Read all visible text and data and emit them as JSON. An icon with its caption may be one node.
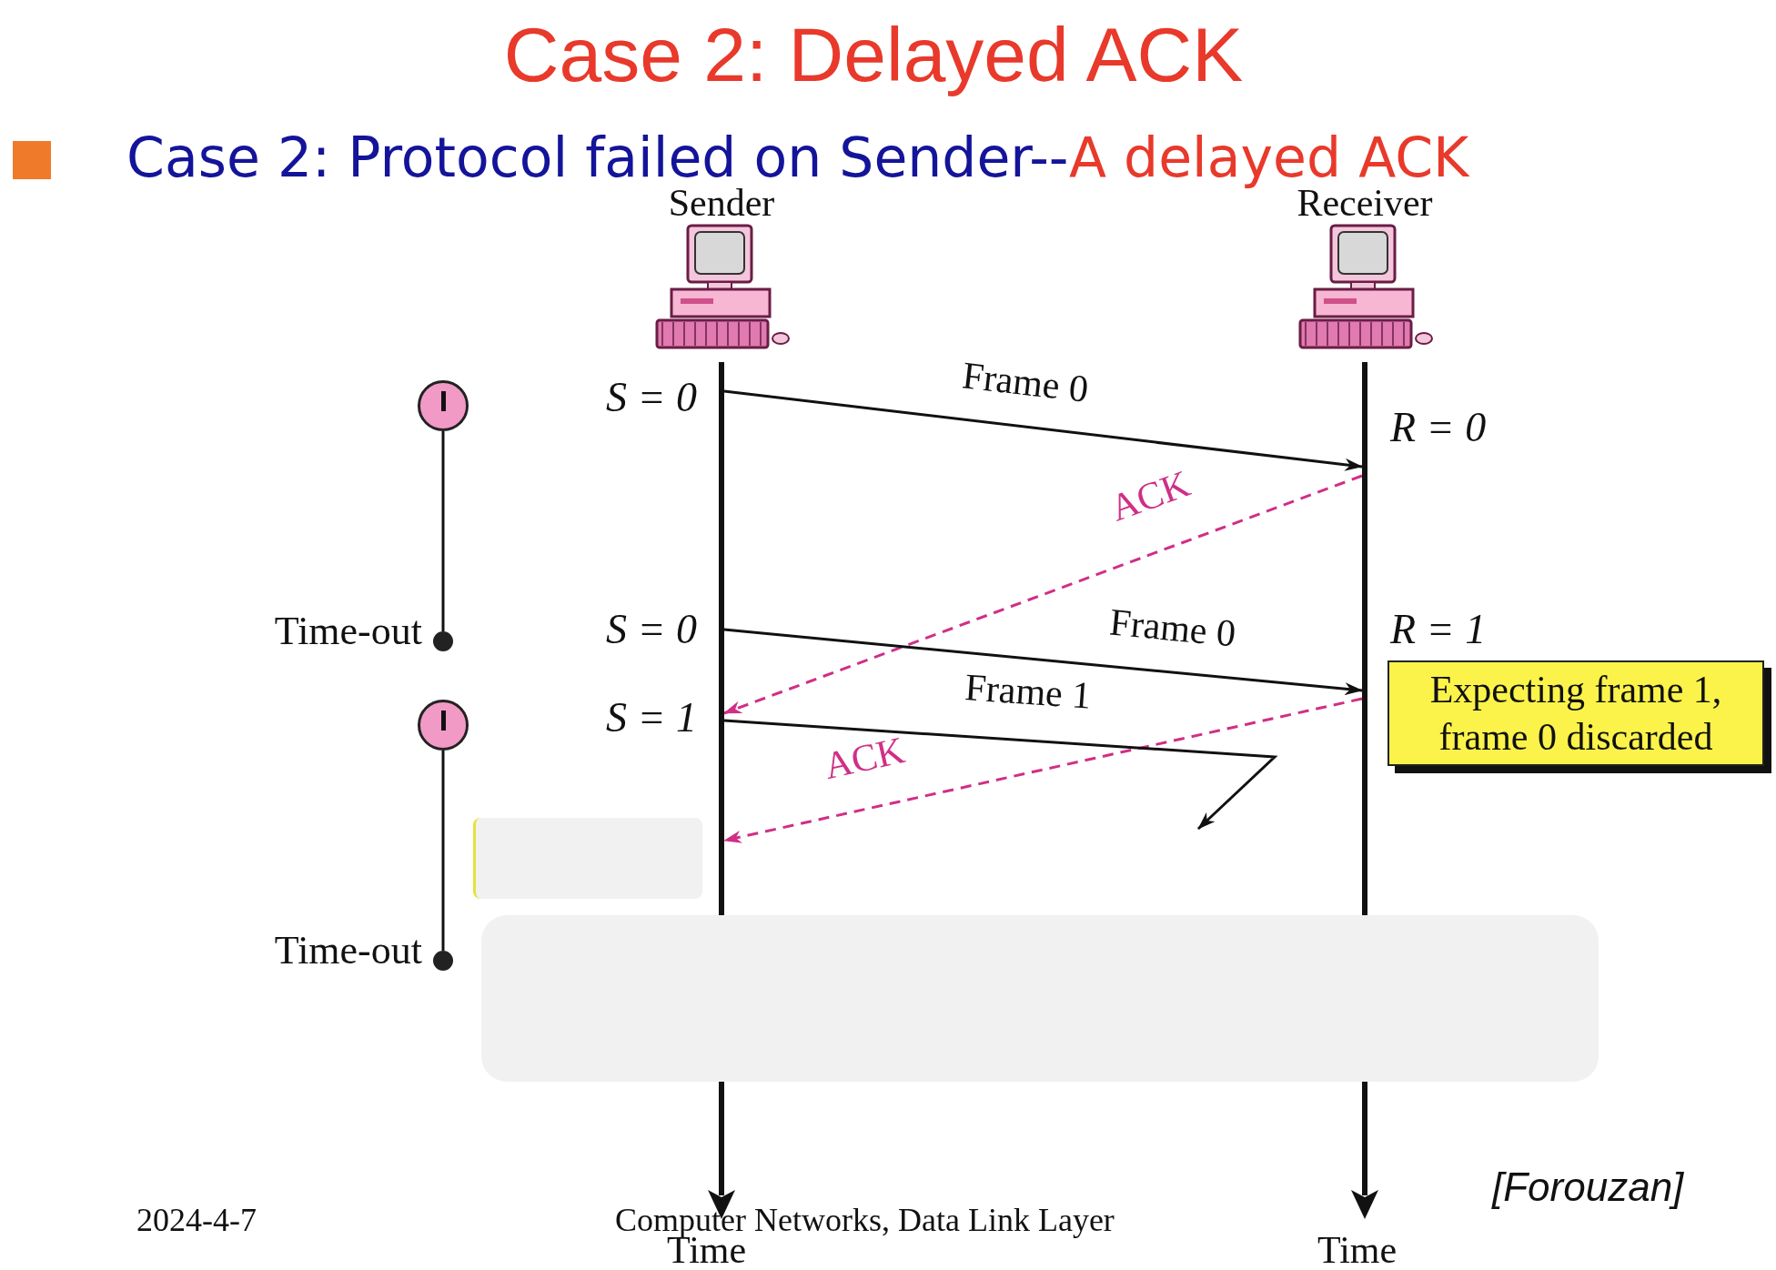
{
  "diagram": {
    "title": "Case 2: Delayed ACK",
    "nodes": [
      {
        "text": [
          "Sender"
        ]
      },
      {
        "text": [
          "Receiver"
        ]
      },
      {
        "text": [],
        "shape": "bar"
      },
      {
        "text": [],
        "shape": "bar"
      },
      {
        "text": [],
        "shape": "circle"
      },
      {
        "text": [],
        "shape": "circle",
        "beside": [
          "Time-out"
        ]
      },
      {
        "text": [],
        "shape": "circle"
      },
      {
        "text": [],
        "shape": "circle",
        "beside": [
          "Time-out"
        ]
      },
      {
        "text": [
          "Expecting frame 1, frame 0 discarded"
        ]
      }
    ],
    "edges": [
      {
        "from": 2,
        "to": 3,
        "arrow": "to",
        "label": "Frame 0"
      },
      {
        "from": 3,
        "to": 2,
        "arrow": "to",
        "label": "ACK",
        "style": "dashed",
        "color": "#d02f86"
      },
      {
        "from": 2,
        "to": 3,
        "arrow": "to",
        "label": "Frame 0"
      },
      {
        "from": 3,
        "to": 2,
        "arrow": "to",
        "label": "ACK",
        "style": "dashed",
        "color": "#d02f86"
      },
      {
        "from": 2,
        "to": null,
        "arrow": "to",
        "label": "Frame 1"
      },
      {
        "from": 4,
        "to": 5,
        "arrow": "none"
      },
      {
        "from": 6,
        "to": 7,
        "arrow": "none"
      }
    ],
    "labels": [
      "Case 2: Protocol failed on Sender--",
      "A delayed ACK",
      "S = 0",
      "R = 0",
      "S = 0",
      "R = 1",
      "S = 1",
      "Time",
      "Time",
      "[Forouzan]",
      "2024-4-7",
      "Computer Networks, Data Link Layer"
    ]
  }
}
